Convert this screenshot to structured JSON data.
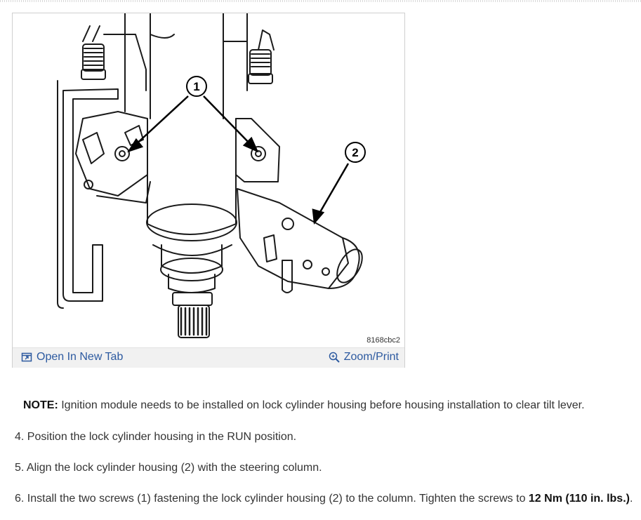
{
  "figure": {
    "callouts": [
      "1",
      "2"
    ],
    "image_code": "8168cbc2",
    "open_tab_label": "Open In New Tab",
    "zoom_label": "Zoom/Print",
    "icons": {
      "open_tab": "open-new-tab-icon",
      "zoom": "zoom-magnifier-icon"
    }
  },
  "note": {
    "label": "NOTE:",
    "text": " Ignition module needs to be installed on lock cylinder housing before housing installation to clear tilt lever."
  },
  "steps": [
    {
      "text": "4. Position the lock cylinder housing in the RUN position."
    },
    {
      "text": "5. Align the lock cylinder housing (2) with the steering column."
    },
    {
      "text": "6. Install the two screws (1) fastening the lock cylinder housing (2) to the column. Tighten the screws to ",
      "bold": "12 Nm (110 in. lbs.)",
      "suffix": "."
    }
  ],
  "colors": {
    "link": "#2d5aa0",
    "bar": "#f1f1f1",
    "text": "#333333"
  }
}
